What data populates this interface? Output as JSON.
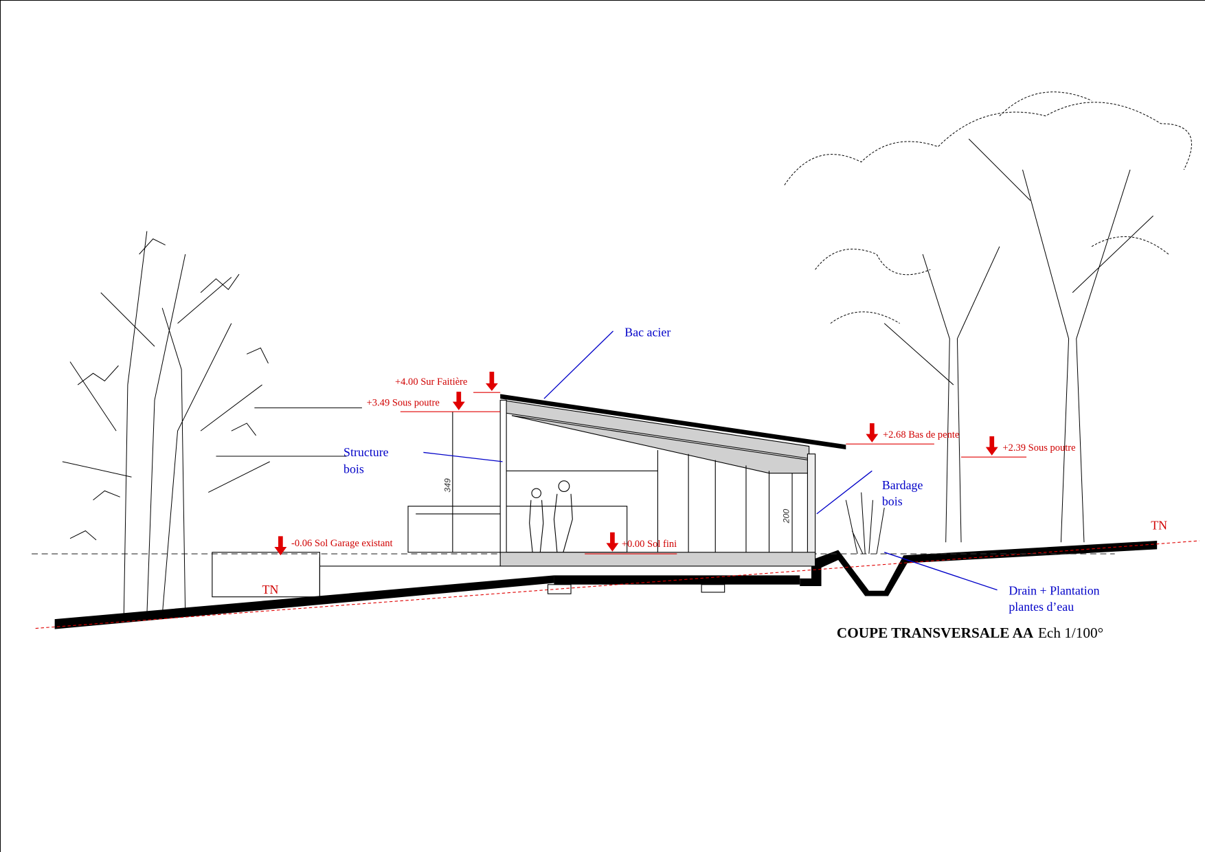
{
  "drawing": {
    "title_bold": "COUPE TRANSVERSALE AA",
    "title_scale": "Ech 1/100°",
    "levels": [
      {
        "id": "faitiere",
        "text": "+4.00 Sur Faitière"
      },
      {
        "id": "sous-poutre-haut",
        "text": "+3.49 Sous poutre"
      },
      {
        "id": "bas-de-pente",
        "text": "+2.68 Bas de pente"
      },
      {
        "id": "sous-poutre-bas",
        "text": "+2.39 Sous poutre"
      },
      {
        "id": "sol-garage",
        "text": "-0.06 Sol Garage existant"
      },
      {
        "id": "sol-fini",
        "text": "+0.00 Sol fini"
      }
    ],
    "annotations": {
      "bac_acier": "Bac acier",
      "structure_1": "Structure",
      "structure_2": "bois",
      "bardage_1": "Bardage",
      "bardage_2": "bois",
      "drain_1": "Drain + Plantation",
      "drain_2": "plantes d’eau"
    },
    "tn_left": "TN",
    "tn_right": "TN",
    "dimensions": {
      "height_high": "349",
      "height_low": "200"
    },
    "colors": {
      "level": "#d00000",
      "annotation": "#0000c8"
    }
  }
}
